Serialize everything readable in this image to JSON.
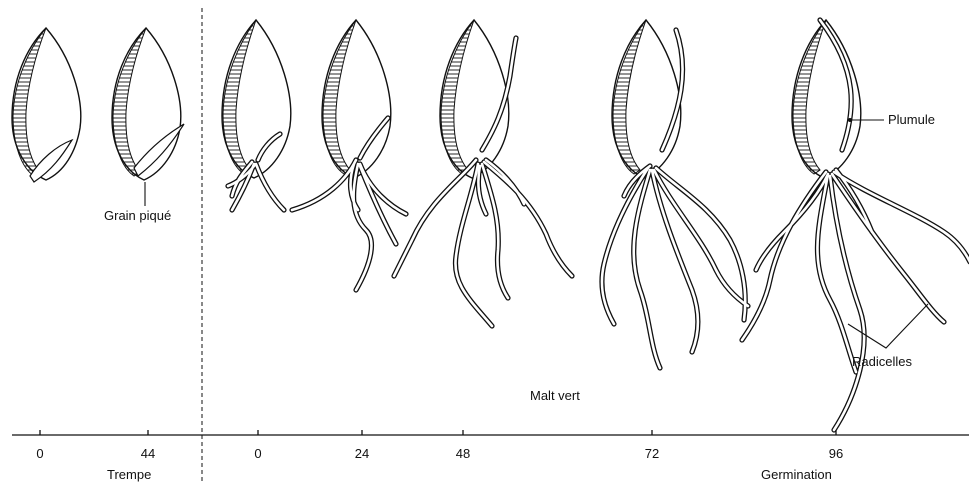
{
  "labels": {
    "grain_pique": "Grain piqué",
    "plumule": "Plumule",
    "radicelles": "Radicelles",
    "malt_vert": "Malt vert",
    "trempe": "Trempe",
    "germination": "Germination"
  },
  "axis_ticks": [
    {
      "label": "0"
    },
    {
      "label": "44"
    },
    {
      "label": "0"
    },
    {
      "label": "24"
    },
    {
      "label": "48"
    },
    {
      "label": "72"
    },
    {
      "label": "96"
    }
  ]
}
